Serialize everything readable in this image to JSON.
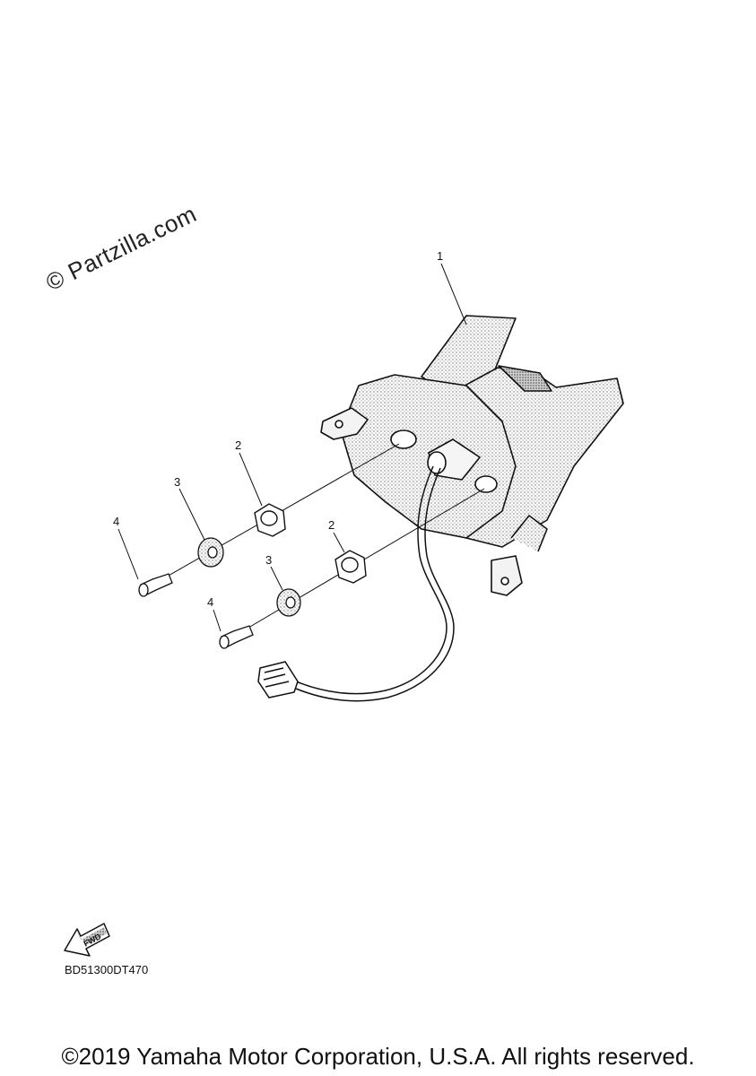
{
  "watermark": "© Partzilla.com",
  "callouts": {
    "p1": "1",
    "p2a": "2",
    "p2b": "2",
    "p3a": "3",
    "p3b": "3",
    "p4a": "4",
    "p4b": "4"
  },
  "fwd_label": "FWD",
  "diagram_code": "BD51300DT470",
  "copyright": "©2019 Yamaha Motor Corporation, U.S.A. All rights reserved."
}
